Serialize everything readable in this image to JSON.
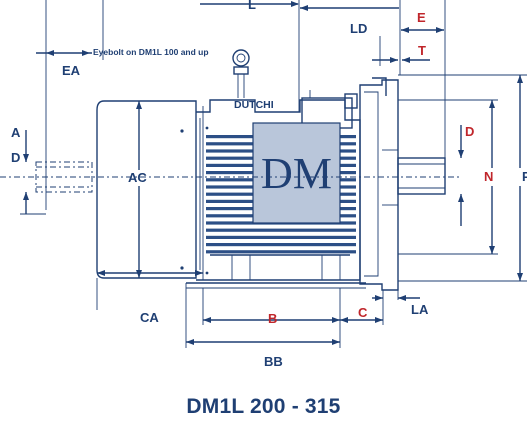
{
  "labels": {
    "l": "L",
    "ld": "LD",
    "e": "E",
    "t": "T",
    "ea": "EA",
    "eyebolt_note": "Eyebolt on DM1L 100 and up",
    "dutchi": "DUTCHI",
    "a": "A",
    "d_left": "D",
    "ac": "AC",
    "d_right": "D",
    "n": "N",
    "p": "P",
    "ca": "CA",
    "b": "B",
    "c": "C",
    "la": "LA",
    "bb": "BB"
  },
  "logo": {
    "text": "DM"
  },
  "caption": "DM1L 200 - 315",
  "colors": {
    "line": "#1f3f73",
    "red_label": "#c0262b",
    "logo_fill": "#b9c6da",
    "fins": "#2c4f86"
  }
}
